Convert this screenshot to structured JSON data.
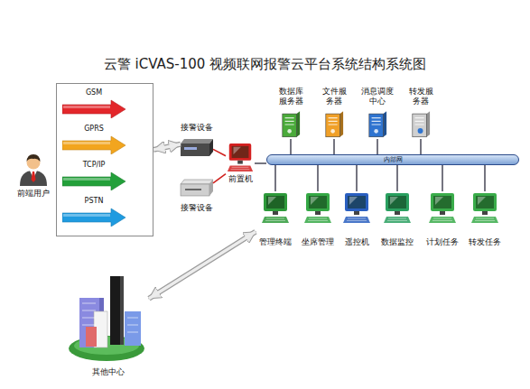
{
  "diagram": {
    "title": "云警 iCVAS-100 视频联网报警云平台系统结构系统图",
    "nodes": [
      {
        "text": [
          "前端用户"
        ]
      },
      {
        "text": []
      },
      {
        "text": [
          "GSM"
        ],
        "in": 1
      },
      {
        "text": [
          "GPRS"
        ],
        "in": 1
      },
      {
        "text": [
          "TCP/IP"
        ],
        "in": 1
      },
      {
        "text": [
          "PSTN"
        ],
        "in": 1
      },
      {
        "text": [
          "接警设备"
        ]
      },
      {
        "text": [
          "接警设备"
        ]
      },
      {
        "text": [
          "前置机"
        ]
      },
      {
        "text": [
          "数据库 服务器"
        ]
      },
      {
        "text": [
          "文件服 务器"
        ]
      },
      {
        "text": [
          "消息调度 中心"
        ]
      },
      {
        "text": [
          "转发服 务器"
        ]
      },
      {
        "text": [
          "内部网"
        ]
      },
      {
        "text": [
          "管理终端"
        ]
      },
      {
        "text": [
          "坐席管理"
        ]
      },
      {
        "text": [
          "遥控机"
        ]
      },
      {
        "text": [
          "数据监控"
        ]
      },
      {
        "text": [
          "计划任务"
        ]
      },
      {
        "text": [
          "转发任务"
        ]
      },
      {
        "text": [
          "其他中心"
        ]
      }
    ],
    "edges": [
      {
        "from": 1,
        "to": 6,
        "arrow": "both"
      },
      {
        "from": 6,
        "to": 8,
        "arrow": "none"
      },
      {
        "from": 7,
        "to": 8,
        "arrow": "none"
      },
      {
        "from": 8,
        "to": 13,
        "arrow": "none"
      },
      {
        "from": 9,
        "to": 13,
        "arrow": "none"
      },
      {
        "from": 10,
        "to": 13,
        "arrow": "none"
      },
      {
        "from": 11,
        "to": 13,
        "arrow": "none"
      },
      {
        "from": 12,
        "to": 13,
        "arrow": "none"
      },
      {
        "from": 13,
        "to": 14,
        "arrow": "none"
      },
      {
        "from": 13,
        "to": 15,
        "arrow": "none"
      },
      {
        "from": 13,
        "to": 16,
        "arrow": "none"
      },
      {
        "from": 13,
        "to": 17,
        "arrow": "none"
      },
      {
        "from": 13,
        "to": 18,
        "arrow": "none"
      },
      {
        "from": 13,
        "to": 19,
        "arrow": "none"
      },
      {
        "from": 20,
        "to": 14,
        "arrow": "both"
      }
    ]
  }
}
